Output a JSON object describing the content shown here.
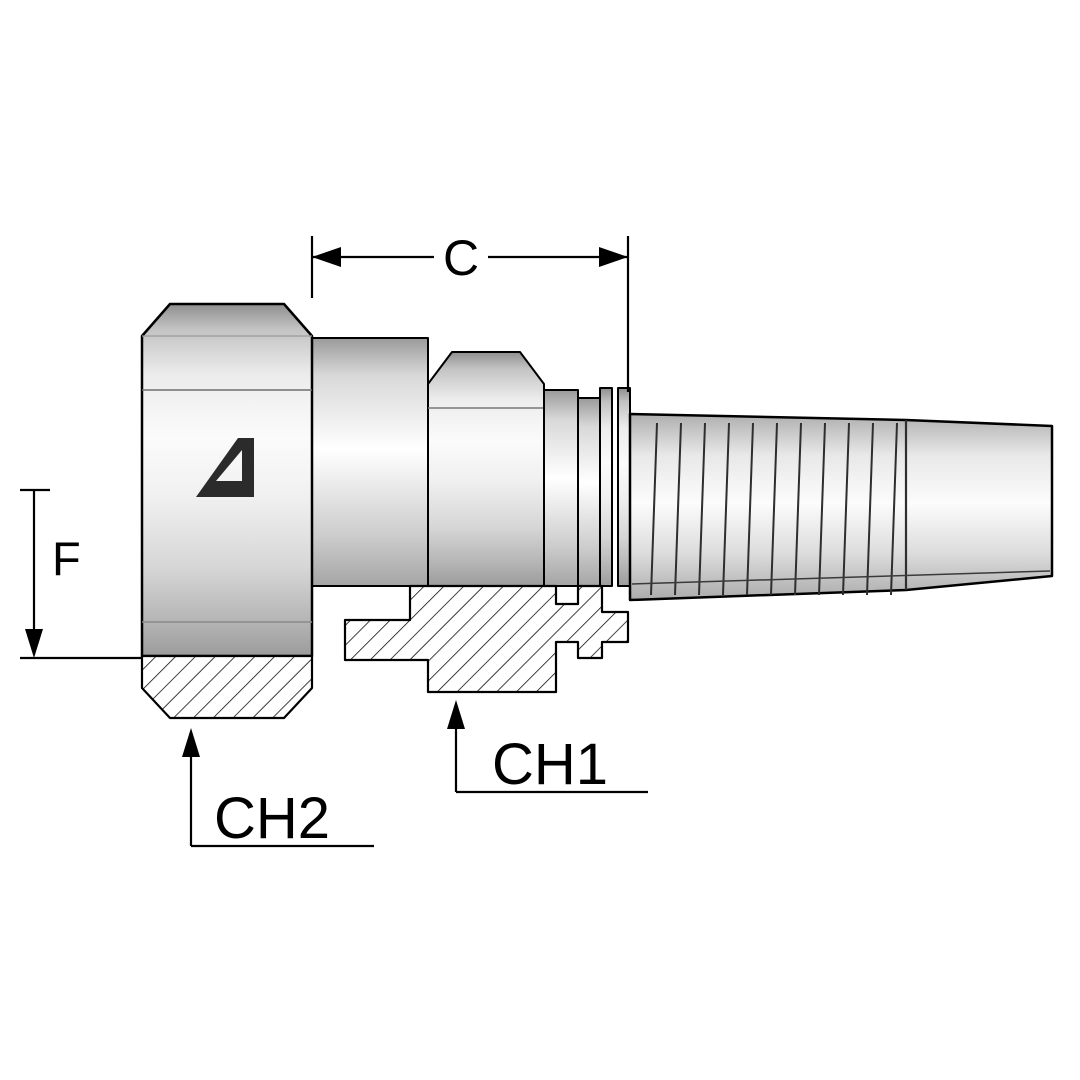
{
  "drawing": {
    "type": "technical-half-section-drawing",
    "subject": "hose-fitting-female-swivel-with-hose-tail",
    "labels": {
      "c": "C",
      "f": "F",
      "ch1": "CH1",
      "ch2": "CH2"
    },
    "icons": {
      "logo": "manufacturer-logo-icon"
    },
    "colors": {
      "line": "#000000",
      "background": "#ffffff",
      "metal_light": "#fbfbfb",
      "metal_mid": "#d6d6d6",
      "metal_dark": "#969696",
      "hatch_line": "#000000"
    }
  }
}
